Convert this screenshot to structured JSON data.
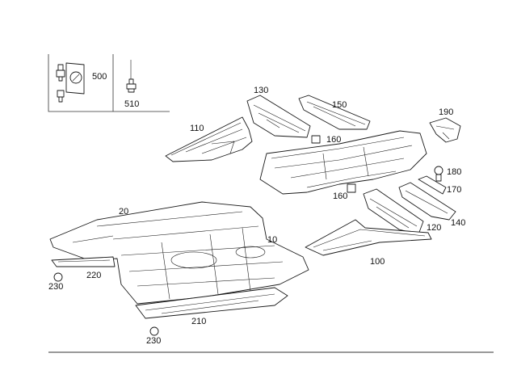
{
  "callouts": {
    "c10": "10",
    "c20": "20",
    "c100": "100",
    "c110": "110",
    "c120": "120",
    "c130": "130",
    "c140": "140",
    "c150": "150",
    "c160a": "160",
    "c160b": "160",
    "c170": "170",
    "c180": "180",
    "c190": "190",
    "c210": "210",
    "c220": "220",
    "c230a": "230",
    "c230b": "230",
    "c500": "500",
    "c510": "510"
  }
}
